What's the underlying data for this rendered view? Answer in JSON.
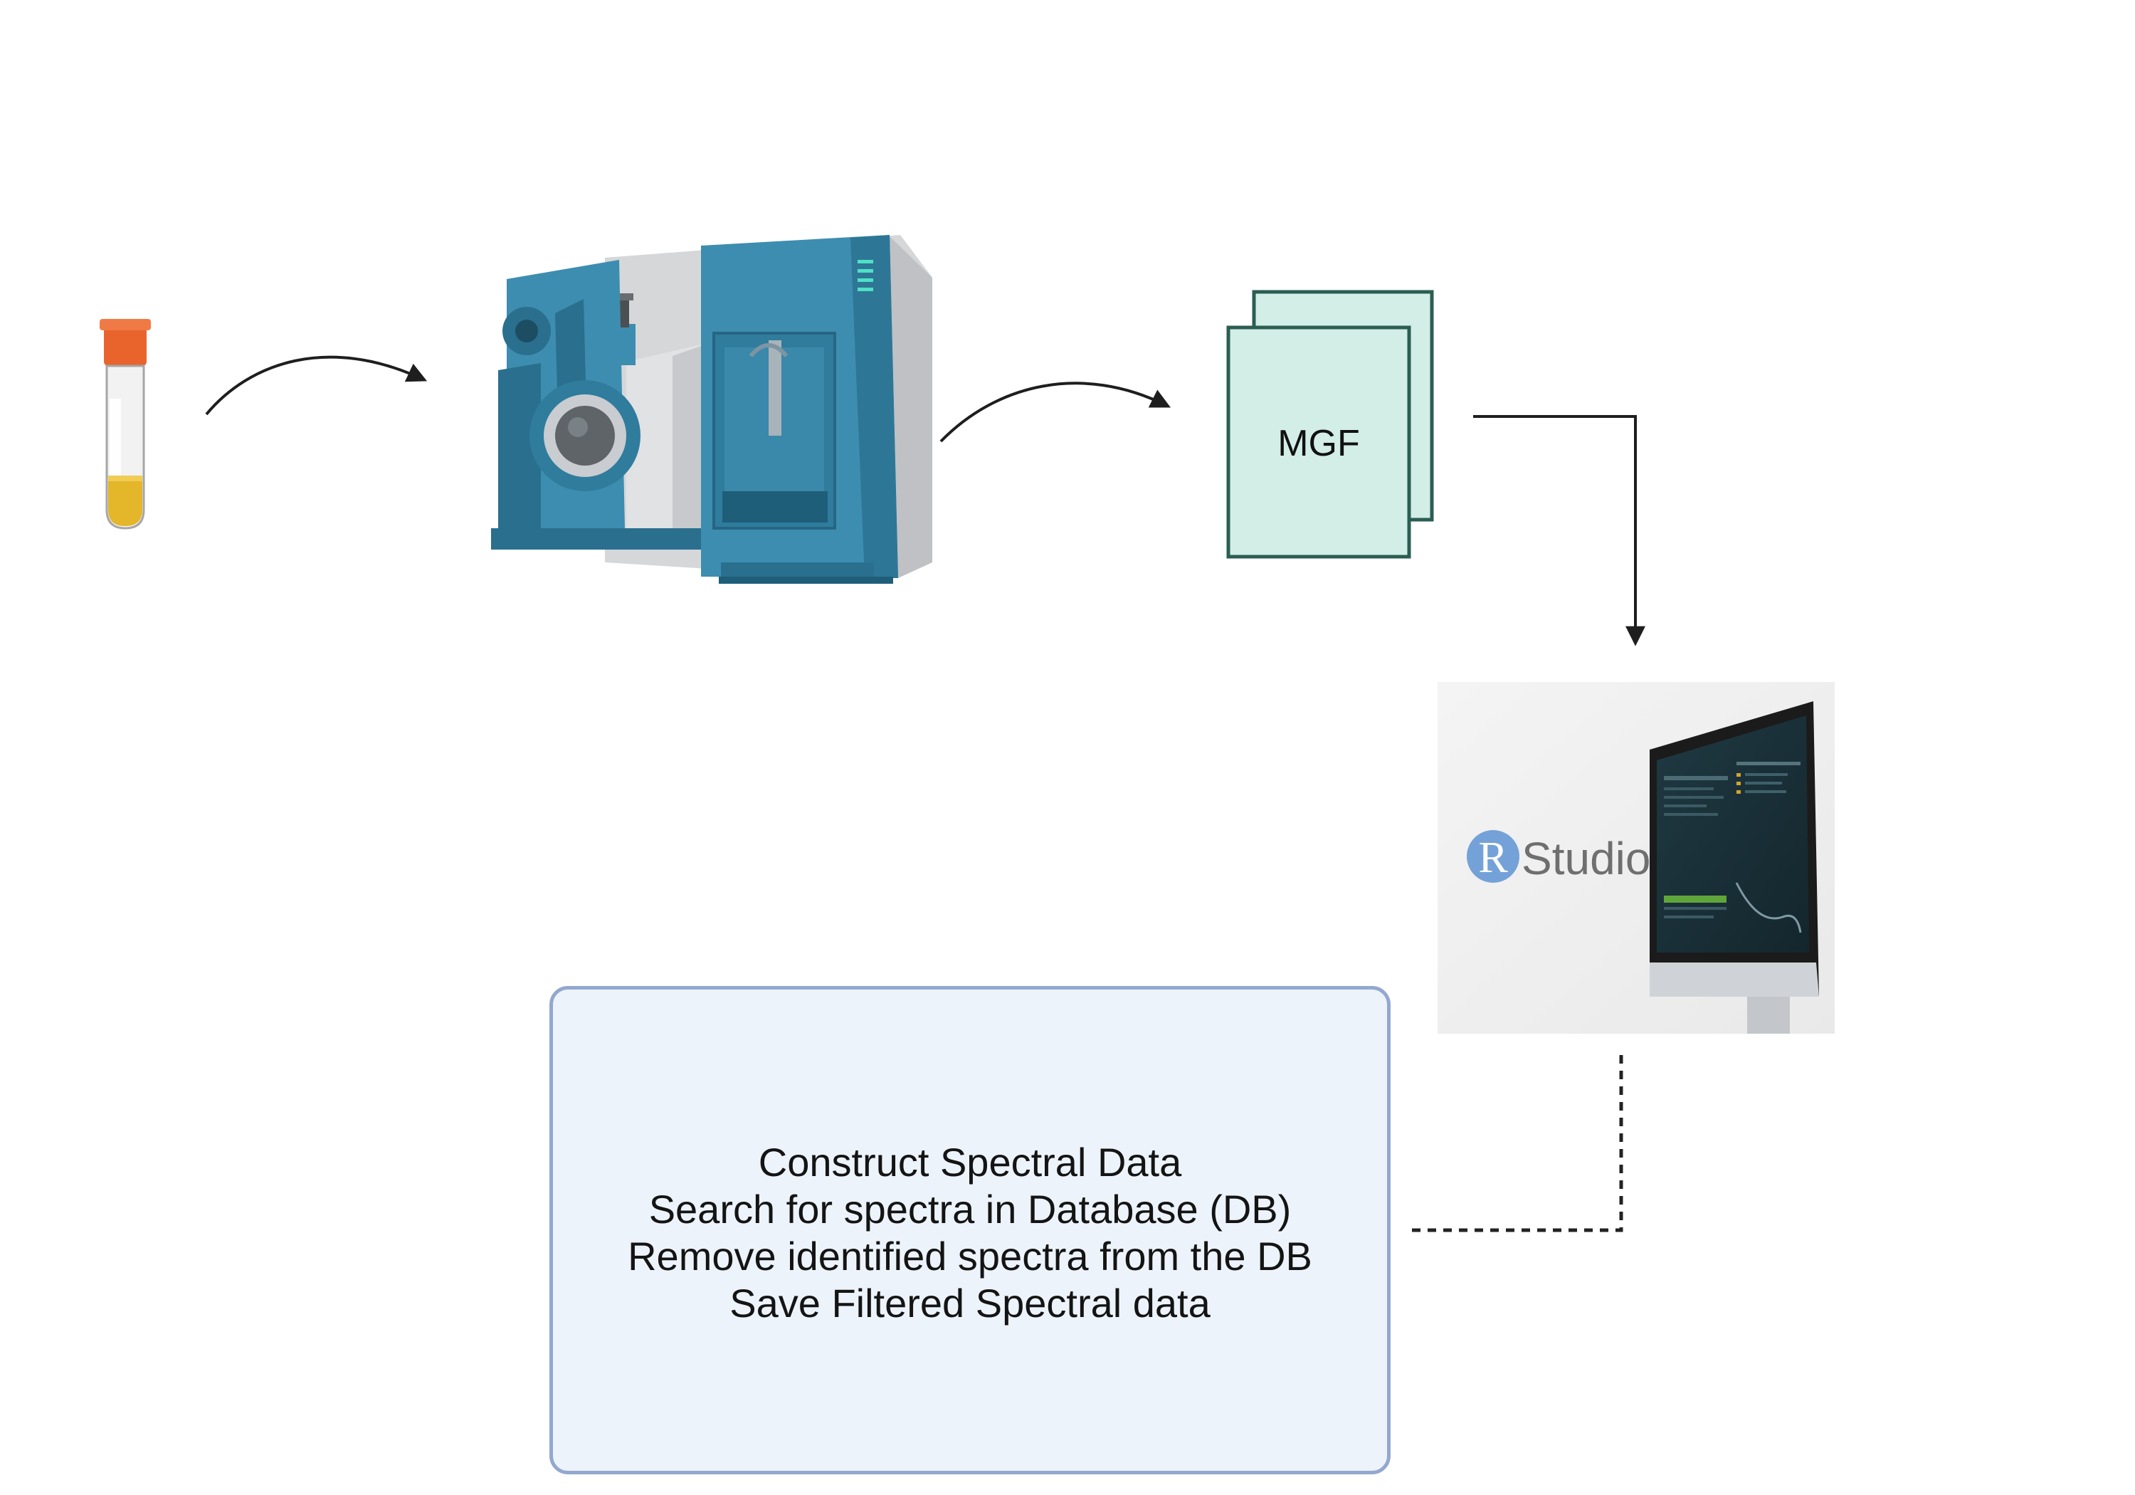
{
  "diagram": {
    "nodes": [
      {
        "id": "sample",
        "icon": "sample-tube-icon"
      },
      {
        "id": "instrument",
        "icon": "mass-spectrometer-icon"
      },
      {
        "id": "mgf",
        "label": "MGF",
        "icon": "document-stack-icon"
      },
      {
        "id": "rstudio",
        "logo": "R Studio",
        "icon": "monitor-icon"
      },
      {
        "id": "steps",
        "lines": [
          "Construct Spectral Data",
          "Search for spectra in Database (DB)",
          "Remove identified spectra from the DB",
          "Save Filtered Spectral data"
        ]
      }
    ],
    "edges": [
      {
        "from": "sample",
        "to": "instrument",
        "style": "curved-arrow"
      },
      {
        "from": "instrument",
        "to": "mgf",
        "style": "curved-arrow"
      },
      {
        "from": "mgf",
        "to": "rstudio",
        "style": "elbow-arrow"
      },
      {
        "from": "rstudio",
        "to": "steps",
        "style": "dashed-connector"
      }
    ]
  },
  "colors": {
    "instrument_teal": "#3d8db0",
    "instrument_dark": "#2a6f8e",
    "document_fill": "#d3ede7",
    "document_border": "#2b5e52",
    "box_fill": "#edf3fb",
    "box_border": "#93a8cf",
    "rstudio_blue": "#74a2d8",
    "tube_cap": "#e8642c",
    "tube_liquid": "#e4b62a"
  }
}
